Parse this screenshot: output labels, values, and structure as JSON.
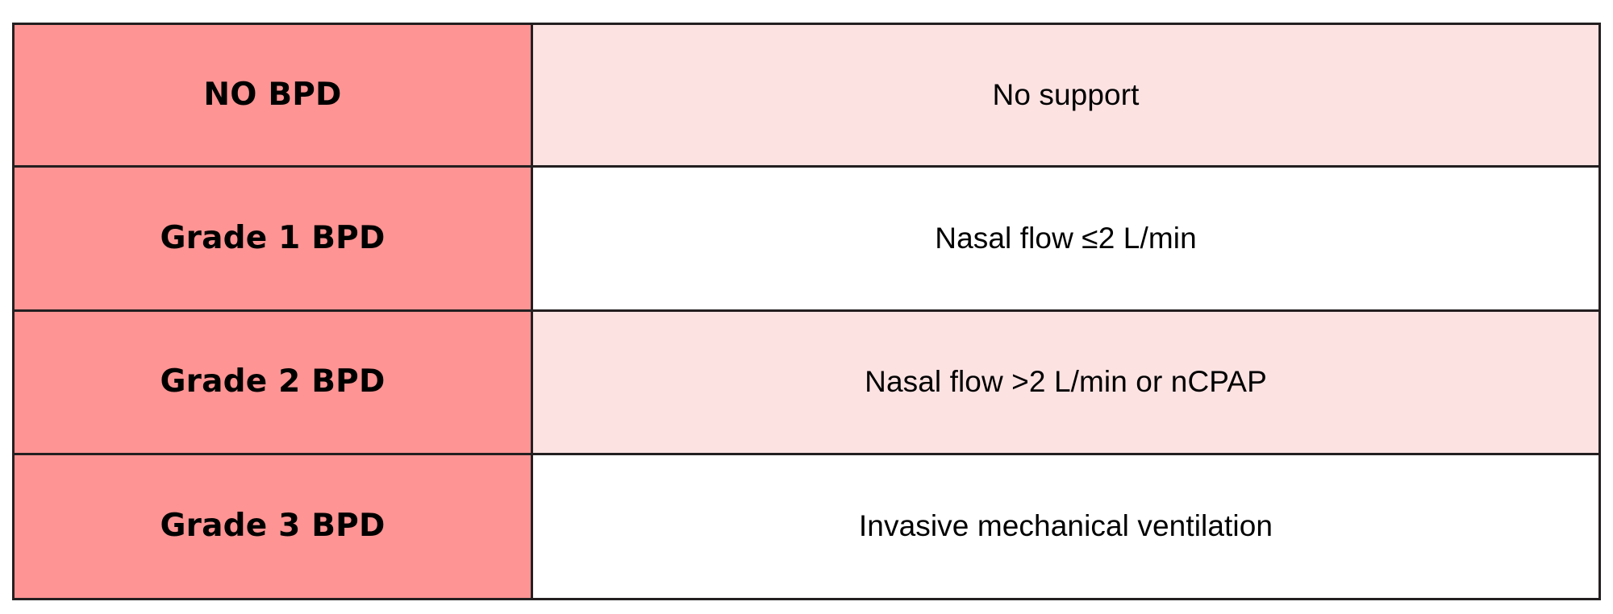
{
  "table": {
    "columns": [
      "grade",
      "support"
    ],
    "colors": {
      "grade_cell_bg": "#FF9494",
      "desc_tint_bg": "#FDE2E2",
      "desc_plain_bg": "#FFFFFF",
      "border": "#231F20",
      "text": "#000000",
      "page_bg": "#FFFFFF"
    },
    "rows": [
      {
        "grade": "NO BPD",
        "support": "No support",
        "desc_bg": "tint"
      },
      {
        "grade": "Grade 1 BPD",
        "support": "Nasal flow ≤2 L/min",
        "desc_bg": "plain"
      },
      {
        "grade": "Grade 2 BPD",
        "support": "Nasal flow >2 L/min or nCPAP",
        "desc_bg": "tint"
      },
      {
        "grade": "Grade 3 BPD",
        "support": "Invasive mechanical ventilation",
        "desc_bg": "plain"
      }
    ]
  }
}
